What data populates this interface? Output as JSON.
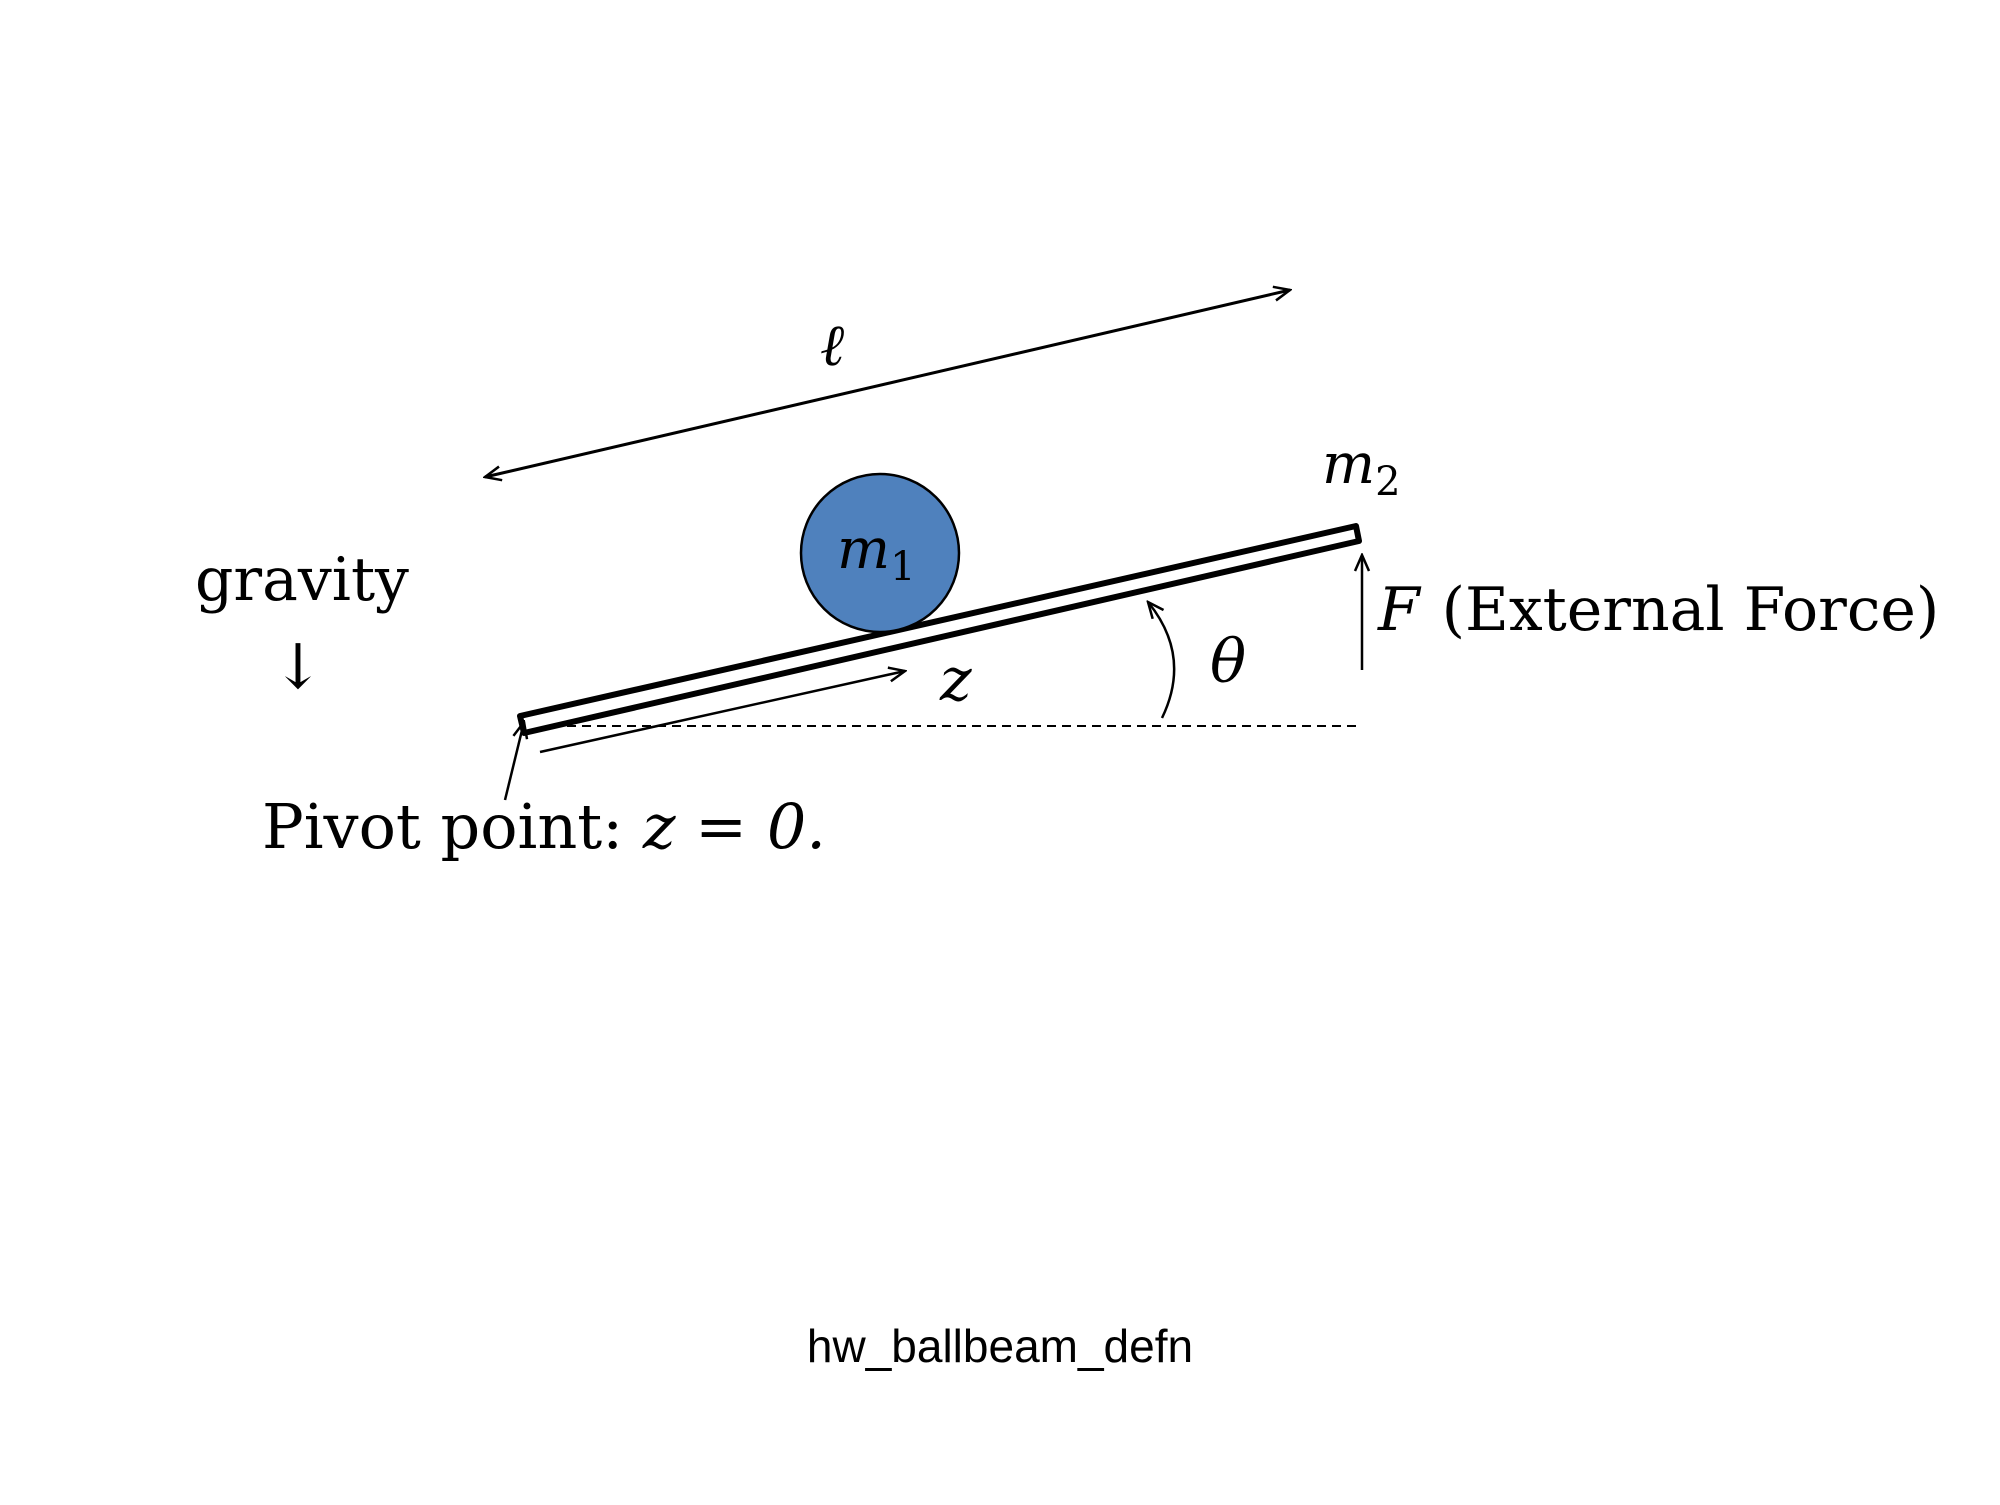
{
  "diagram": {
    "length_label": "ℓ",
    "mass_ball_symbol": "m",
    "mass_ball_subscript": "1",
    "mass_end_symbol": "m",
    "mass_end_subscript": "2",
    "gravity_label": "gravity",
    "gravity_arrow": "↓",
    "force_symbol": "F",
    "force_text": "(External Force)",
    "angle_label": "θ",
    "position_label": "z",
    "pivot_text": "Pivot point: ",
    "pivot_equation": "z = 0."
  },
  "caption": "hw_ballbeam_defn",
  "colors": {
    "ball_fill": "#4f81bd",
    "stroke": "#000000"
  }
}
